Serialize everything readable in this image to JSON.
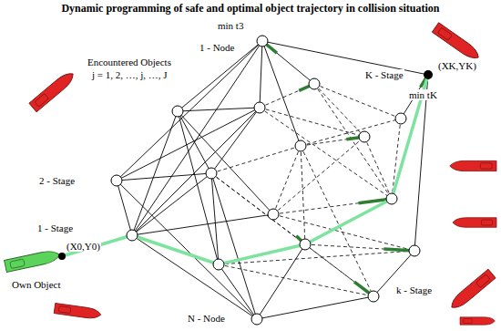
{
  "diagram": {
    "title": "Dynamic programming of safe and optimal object trajectory in collision situation",
    "labels": [
      "Encountered Objects",
      "j = 1, 2, …, j, …, J",
      "1 - Node",
      "min t3",
      "2 - Stage",
      "1 - Stage",
      "Own Object",
      "(X0,Y0)",
      "N - Node",
      "k - Stage",
      "K - Stage",
      "(XK,YK)",
      "min tK"
    ]
  }
}
